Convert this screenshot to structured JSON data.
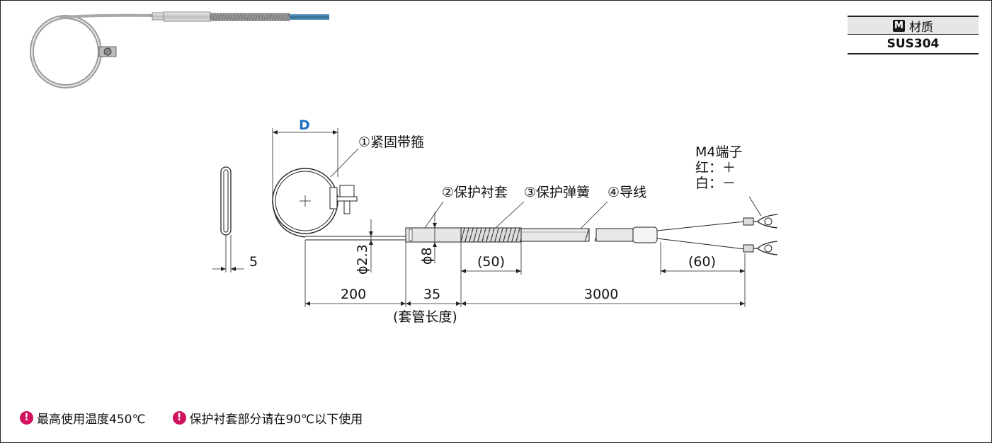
{
  "material": {
    "badge": "M",
    "header": "材质",
    "value": "SUS304"
  },
  "labels": {
    "d": "D",
    "part1": "①紧固带箍",
    "part2": "②保护衬套",
    "part3": "③保护弹簧",
    "part4": "④导线",
    "terminal_title": "M4端子",
    "terminal_red": "红：＋",
    "terminal_white": "白：－"
  },
  "dims": {
    "width": "5",
    "phi_wire": "ϕ2.3",
    "phi_sleeve": "ϕ8",
    "spring": "(50)",
    "lead_split": "(60)",
    "length_a": "200",
    "length_b": "35",
    "length_c": "3000",
    "sleeve_note": "(套管长度)"
  },
  "notes": [
    {
      "icon": "!",
      "text": "最高使用温度450℃"
    },
    {
      "icon": "!",
      "text": "保护衬套部分请在90℃以下使用"
    }
  ],
  "colors": {
    "dimension_blue": "#1f6fc0",
    "warning": "#d1125e"
  }
}
